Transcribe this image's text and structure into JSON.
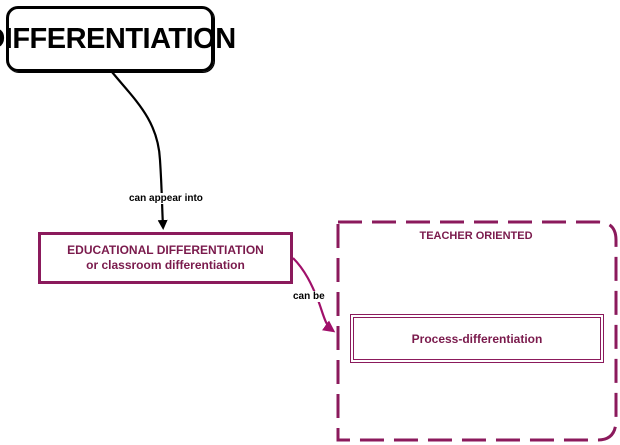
{
  "diagram": {
    "title": "DIFFERENTIATION",
    "root_node": {
      "line1": "EDUCATIONAL DIFFERENTIATION",
      "line2": "or classroom differentiation"
    },
    "edges": {
      "appear_label": "can appear into",
      "can_be_label": "can be"
    },
    "group": {
      "label": "TEACHER ORIENTED"
    },
    "child_node": {
      "label": "Process-differentiation"
    }
  },
  "colors": {
    "accent": "#8b1a5c",
    "text_accent": "#7a1a4c",
    "ink": "#000000"
  }
}
